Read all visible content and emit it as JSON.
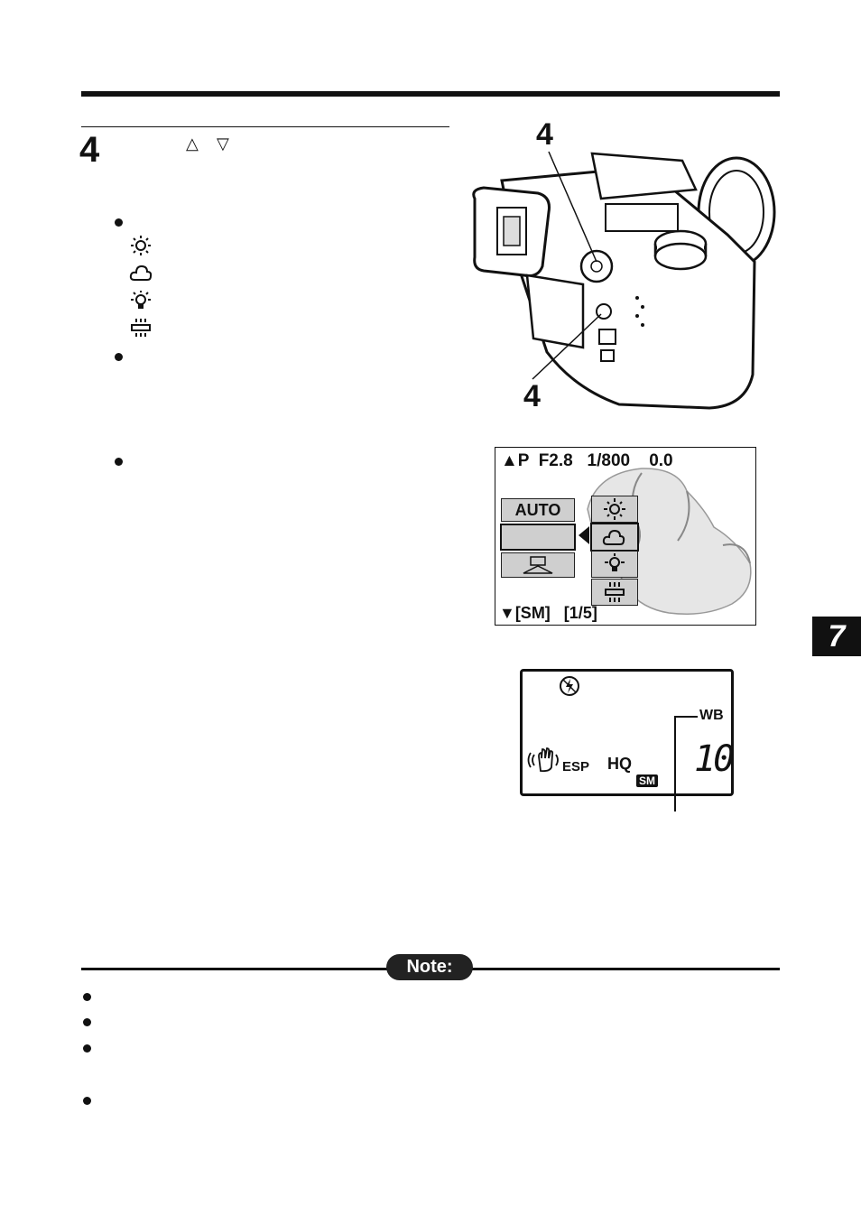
{
  "step": {
    "number": "4"
  },
  "arrows": {
    "up": "△",
    "down": "▽"
  },
  "camera": {
    "callout_top": "4",
    "callout_bottom": "4"
  },
  "lcd": {
    "status_line": "▲P  F2.8   1/800    0.0",
    "auto_label": "AUTO",
    "bottom_line": "▼[SM]   [1/5]"
  },
  "panel": {
    "wb_label": "WB",
    "esp_label": "ESP",
    "hq_label": "HQ",
    "sm_label": "SM",
    "frames_remaining": "10"
  },
  "note": {
    "label": "Note:"
  },
  "side_tab": {
    "label": "7"
  },
  "icons": [
    "sun-icon",
    "cloud-icon",
    "tungsten-icon",
    "fluorescent-icon",
    "flash-off-icon",
    "hand-shake-icon"
  ]
}
